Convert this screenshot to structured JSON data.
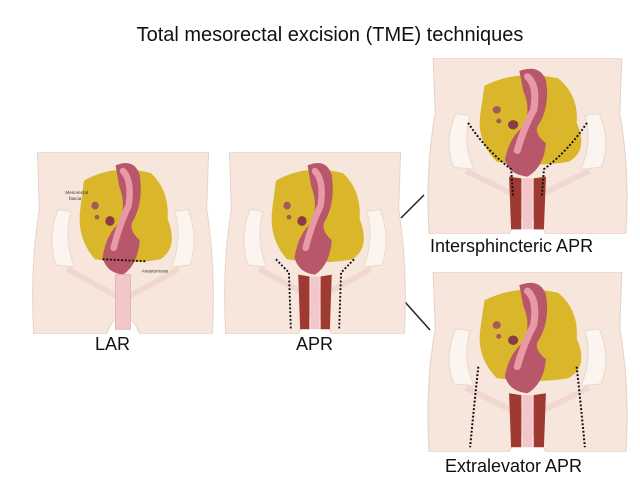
{
  "title": "Total mesorectal excision (TME) techniques",
  "figures": [
    {
      "id": "lar",
      "label": "LAR",
      "annotations": [
        "Mesorectal",
        "fascia",
        "Anastomosis"
      ]
    },
    {
      "id": "apr",
      "label": "APR"
    },
    {
      "id": "isapr",
      "label": "Intersphincteric APR"
    },
    {
      "id": "elapr",
      "label": "Extralevator APR"
    }
  ],
  "colors": {
    "skin": "#f6e6dc",
    "fat": "#d9b62a",
    "rectum": "#b8576a",
    "rectum_light": "#e79aa6",
    "muscle": "#9e3a32"
  }
}
